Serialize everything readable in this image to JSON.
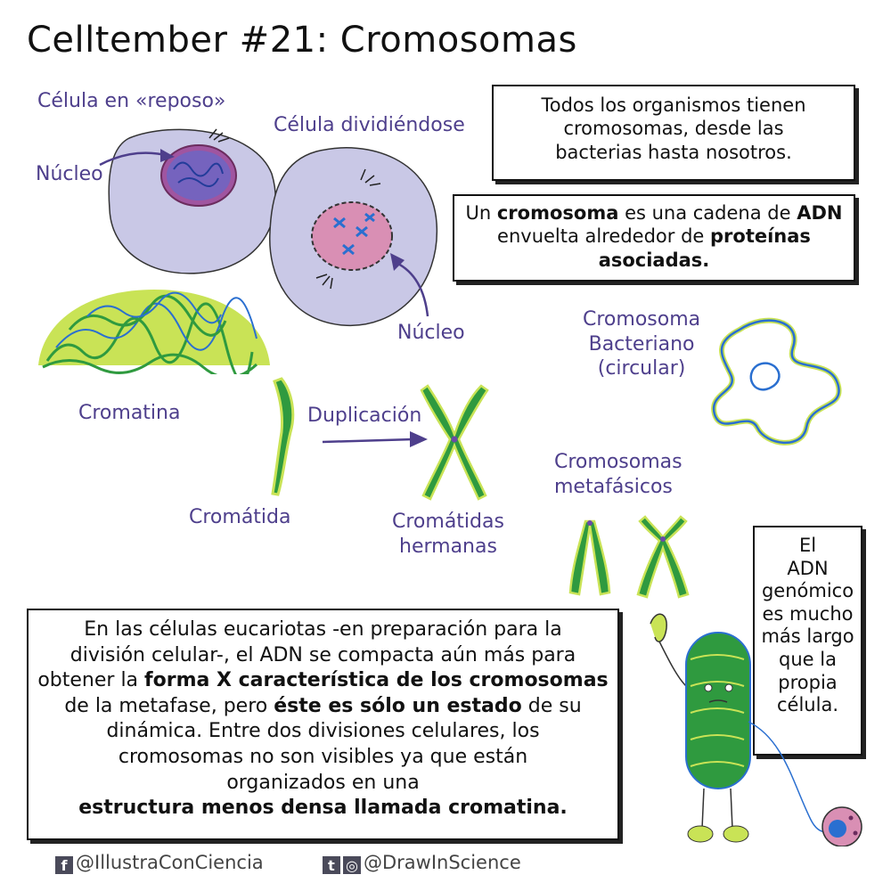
{
  "title": "Celltember #21: Cromosomas",
  "labels": {
    "resting_cell": "Célula en «reposo»",
    "dividing_cell": "Célula dividiéndose",
    "nucleus_1": "Núcleo",
    "nucleus_2": "Núcleo",
    "chromatin": "Cromatina",
    "duplication": "Duplicación",
    "chromatid": "Cromátida",
    "sister_chromatids": [
      "Cromátidas",
      "hermanas"
    ],
    "bacterial_chromosome": [
      "Cromosoma",
      "Bacteriano",
      "(circular)"
    ],
    "metaphase_chromosomes": [
      "Cromosomas",
      "metafásicos"
    ]
  },
  "box_all_organisms": {
    "lines": [
      "Todos los organismos tienen",
      "cromosomas, desde las",
      "bacterias hasta nosotros."
    ]
  },
  "box_definition": {
    "p1": "Un ",
    "b1": "cromosoma",
    "p2": " es una cadena de ",
    "b2": "ADN",
    "p3": "envuelta alrededor de ",
    "b3": "proteínas",
    "b4": "asociadas."
  },
  "box_genome": {
    "lines": [
      "El",
      "ADN",
      "genómico",
      "es mucho",
      "más largo",
      "que la",
      "propia",
      "célula."
    ]
  },
  "box_eukaryotes": {
    "l1": "En las células eucariotas -en preparación para la",
    "l2": "división celular-, el ADN se compacta aún más para",
    "l3a": "obtener la ",
    "l3b": "forma X característica de los cromosomas",
    "l4a": "de la metafase, pero ",
    "l4b": "éste es sólo un estado",
    "l4c": " de su",
    "l5": "dinámica. Entre dos divisiones celulares, los",
    "l6": "cromosomas no son visibles ya que están",
    "l7": "organizados en una",
    "l8": "estructura menos densa llamada cromatina."
  },
  "footer": {
    "facebook_handle": "@IllustraConCiencia",
    "social_handle": "@DrawInScience",
    "facebook_icon_glyph": "f",
    "twitter_icon_glyph": "t",
    "instagram_icon_glyph": "◎"
  },
  "colors": {
    "label_purple": "#4e3f8c",
    "cell_lavender": "#c9c8e6",
    "nucleus_pink": "#d98fb4",
    "chromatin_green": "#2f9a3f",
    "chromatin_lime": "#c9e356",
    "chromatin_blue": "#2a6fd0"
  }
}
